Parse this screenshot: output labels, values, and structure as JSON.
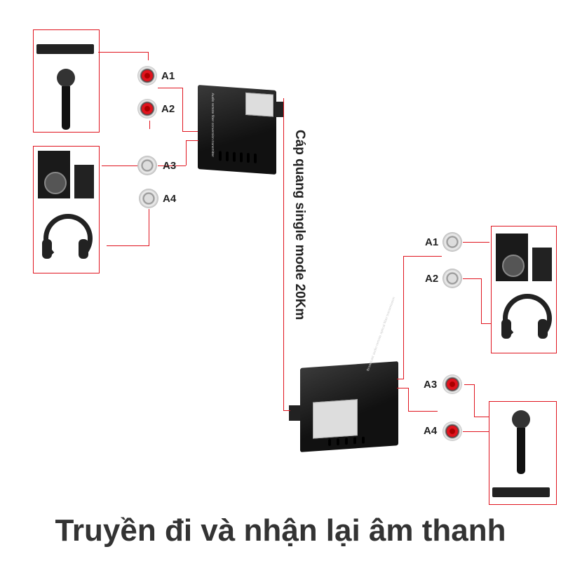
{
  "transmitter_side": {
    "jacks": [
      {
        "label": "A1",
        "type": "input",
        "color": "red"
      },
      {
        "label": "A2",
        "type": "input",
        "color": "red"
      },
      {
        "label": "A3",
        "type": "output",
        "color": "gray"
      },
      {
        "label": "A4",
        "type": "output",
        "color": "gray"
      }
    ],
    "sources": [
      "dvd-player",
      "microphone"
    ],
    "outputs": [
      "speakers",
      "headphones"
    ]
  },
  "receiver_side": {
    "jacks": [
      {
        "label": "A1",
        "type": "output",
        "color": "gray"
      },
      {
        "label": "A2",
        "type": "output",
        "color": "gray"
      },
      {
        "label": "A3",
        "type": "input",
        "color": "red"
      },
      {
        "label": "A4",
        "type": "input",
        "color": "red"
      }
    ],
    "sources": [
      "microphone",
      "dvd-player"
    ],
    "outputs": [
      "speakers",
      "headphones"
    ]
  },
  "device_text": [
    "Audio remote fiber conversion transmitter",
    "Broadcast audio remote optical fiber transmission"
  ],
  "cable_label": "Cáp quang single mode 20Km",
  "title": "Truyền đi và nhận lại âm thanh",
  "colors": {
    "line": "#e0141e",
    "title": "#333333"
  }
}
